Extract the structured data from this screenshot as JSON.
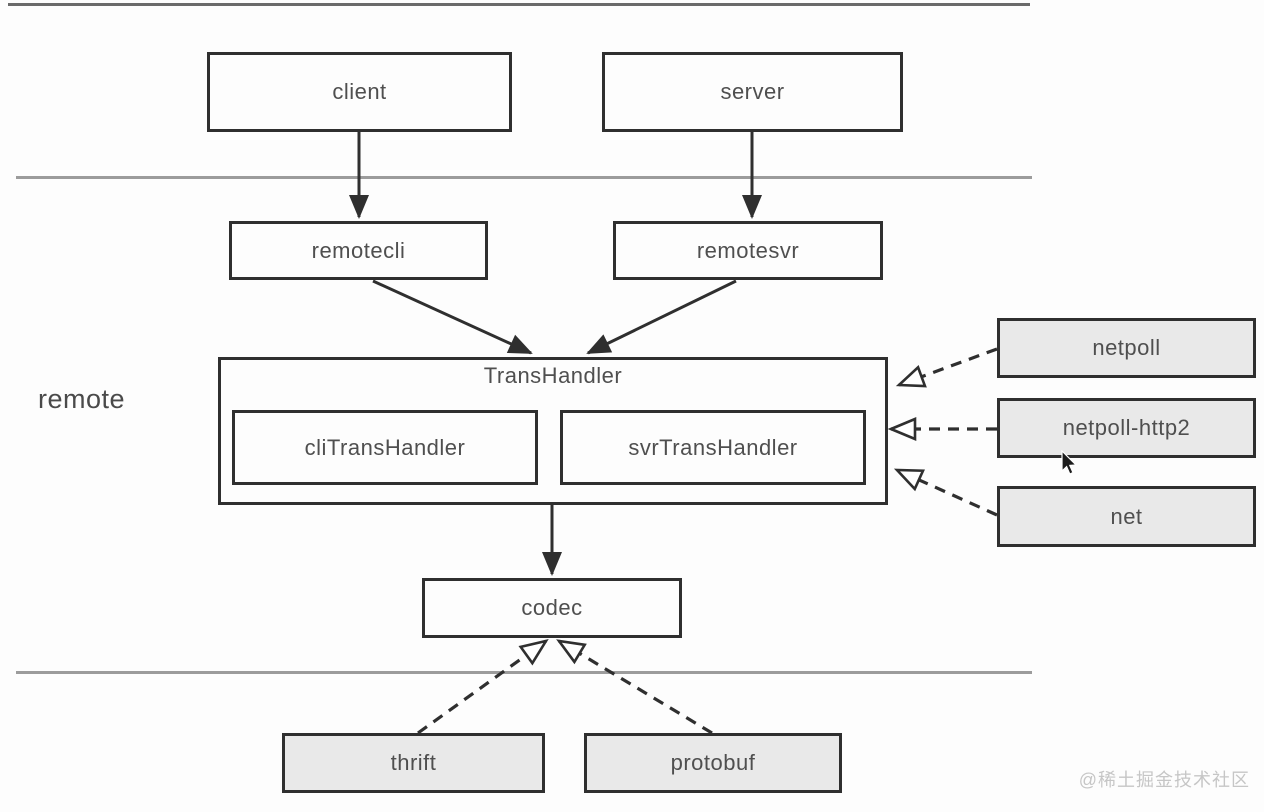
{
  "diagram": {
    "section_label": "remote",
    "nodes": {
      "client": "client",
      "server": "server",
      "remotecli": "remotecli",
      "remotesvr": "remotesvr",
      "transhandler": "TransHandler",
      "cli_transhandler": "cliTransHandler",
      "svr_transhandler": "svrTransHandler",
      "codec": "codec",
      "netpoll": "netpoll",
      "netpoll_http2": "netpoll-http2",
      "net": "net",
      "thrift": "thrift",
      "protobuf": "protobuf"
    },
    "edges": [
      {
        "from": "client",
        "to": "remotecli",
        "style": "solid-filled-arrow"
      },
      {
        "from": "server",
        "to": "remotesvr",
        "style": "solid-filled-arrow"
      },
      {
        "from": "remotecli",
        "to": "TransHandler",
        "style": "solid-filled-arrow"
      },
      {
        "from": "remotesvr",
        "to": "TransHandler",
        "style": "solid-filled-arrow"
      },
      {
        "from": "TransHandler",
        "to": "codec",
        "style": "solid-filled-arrow"
      },
      {
        "from": "netpoll",
        "to": "TransHandler",
        "style": "dashed-open-arrow"
      },
      {
        "from": "netpoll-http2",
        "to": "TransHandler",
        "style": "dashed-open-arrow"
      },
      {
        "from": "net",
        "to": "TransHandler",
        "style": "dashed-open-arrow"
      },
      {
        "from": "thrift",
        "to": "codec",
        "style": "dashed-open-arrow"
      },
      {
        "from": "protobuf",
        "to": "codec",
        "style": "dashed-open-arrow"
      }
    ],
    "colors": {
      "node_border": "#2f2f2f",
      "node_fill_white": "#fdfdfd",
      "node_fill_gray": "#e9e9e9",
      "separator_line": "#9c9c9c",
      "label_text": "#4f4f4f",
      "watermark_text": "#c6c6c6"
    },
    "icons": {
      "mouse_cursor": "arrow-pointer"
    }
  },
  "watermark": {
    "text": "@稀土掘金技术社区"
  }
}
